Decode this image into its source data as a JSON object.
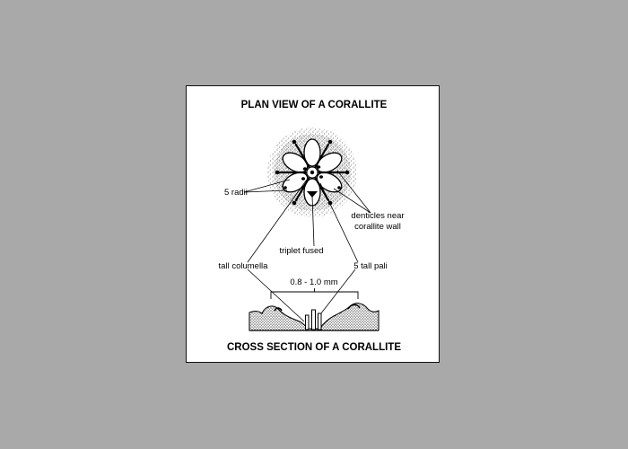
{
  "title_top": "PLAN VIEW OF A CORALLITE",
  "title_bottom": "CROSS SECTION OF A CORALLITE",
  "labels": {
    "radii": "5 radii",
    "denticles_line1": "denticles near",
    "denticles_line2": "corallite wall",
    "triplet": "triplet fused",
    "columella": "tall columella",
    "pali": "5 tall pali",
    "scale": "0.8 - 1.0 mm"
  },
  "colors": {
    "background": "#a9a9a9",
    "card": "#ffffff",
    "ink": "#000000"
  }
}
